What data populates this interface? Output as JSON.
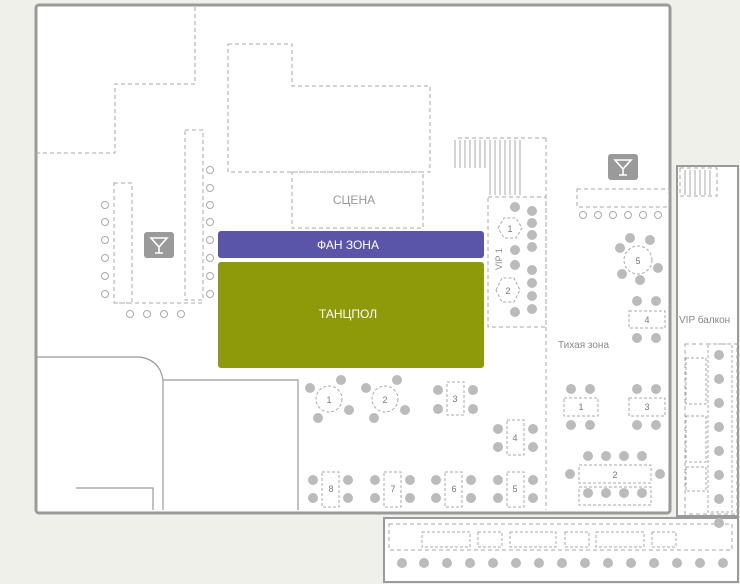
{
  "zones": {
    "stage": "СЦЕНА",
    "fan_zone": "ФАН ЗОНА",
    "dance_floor": "ТАНЦПОЛ",
    "quiet_zone": "Тихая зона",
    "vip_balcony": "VIP балкон",
    "vip1": "VIP 1"
  },
  "colors": {
    "fan_zone": "#5a55a8",
    "dance_floor": "#8e9a0a",
    "seat": "#b5b5b5",
    "wall": "#9a9a9a",
    "background": "#f0f0eb",
    "bar_icon_bg": "#9a9a9a"
  },
  "icons": [
    "cocktail-icon",
    "cocktail-icon"
  ],
  "tables": {
    "round_left": [
      "1",
      "2"
    ],
    "rect_middle": [
      "3",
      "4"
    ],
    "bottom_row": [
      "8",
      "7",
      "6",
      "5"
    ],
    "vip": [
      "1",
      "2"
    ],
    "right_round": [
      "5"
    ],
    "right_rect": [
      "4"
    ],
    "quiet": [
      "1",
      "3",
      "2"
    ]
  }
}
